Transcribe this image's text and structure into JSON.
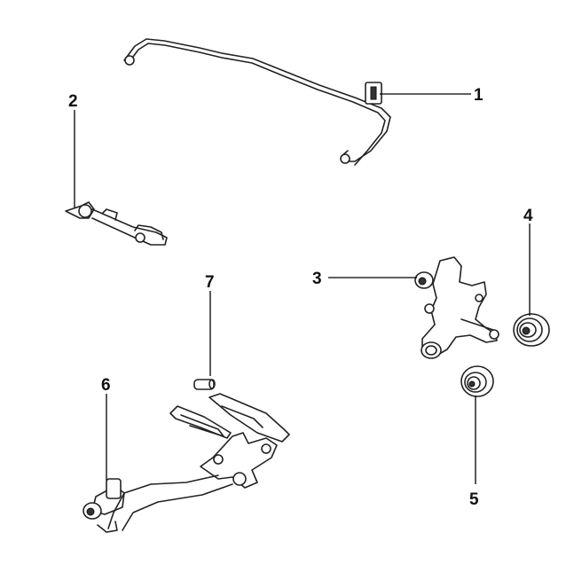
{
  "callouts": [
    {
      "id": "1",
      "label": "1",
      "part": "stabilizer-bar-bushing"
    },
    {
      "id": "2",
      "label": "2",
      "part": "trailing-arm"
    },
    {
      "id": "3",
      "label": "3",
      "part": "knuckle-bushing"
    },
    {
      "id": "4",
      "label": "4",
      "part": "hub-bushing-large"
    },
    {
      "id": "5",
      "label": "5",
      "part": "hub-bushing-small"
    },
    {
      "id": "6",
      "label": "6",
      "part": "lower-arm-bushing"
    },
    {
      "id": "7",
      "label": "7",
      "part": "link-bushing"
    }
  ]
}
